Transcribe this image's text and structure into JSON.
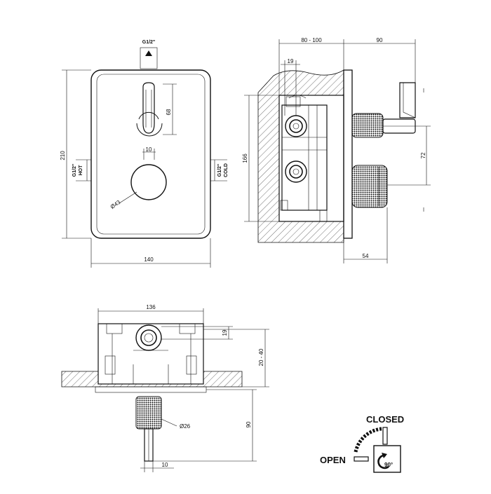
{
  "front_view": {
    "inlet_label": "G1/2\"",
    "hot_label_size": "G1/2\"",
    "hot_label": "HOT",
    "cold_label_size": "G1/2\"",
    "cold_label": "COLD",
    "height_dim": "210",
    "width_dim": "140",
    "lever_dim": "68",
    "gap_dim": "10",
    "knob_dim": "Ø43"
  },
  "side_view": {
    "depth_dim": "80 - 100",
    "handle_depth_dim": "90",
    "inlet_offset_dim": "19",
    "body_height_dim": "166",
    "spacing_dim": "72",
    "protrusion_dim": "54"
  },
  "top_view": {
    "width_dim": "136",
    "offset_dim": "19",
    "wall_dim": "20 - 40",
    "stem_dim": "Ø26",
    "length_dim": "90",
    "stem_width_dim": "10"
  },
  "operation": {
    "closed_label": "CLOSED",
    "open_label": "OPEN",
    "rotation_label": "90°"
  }
}
